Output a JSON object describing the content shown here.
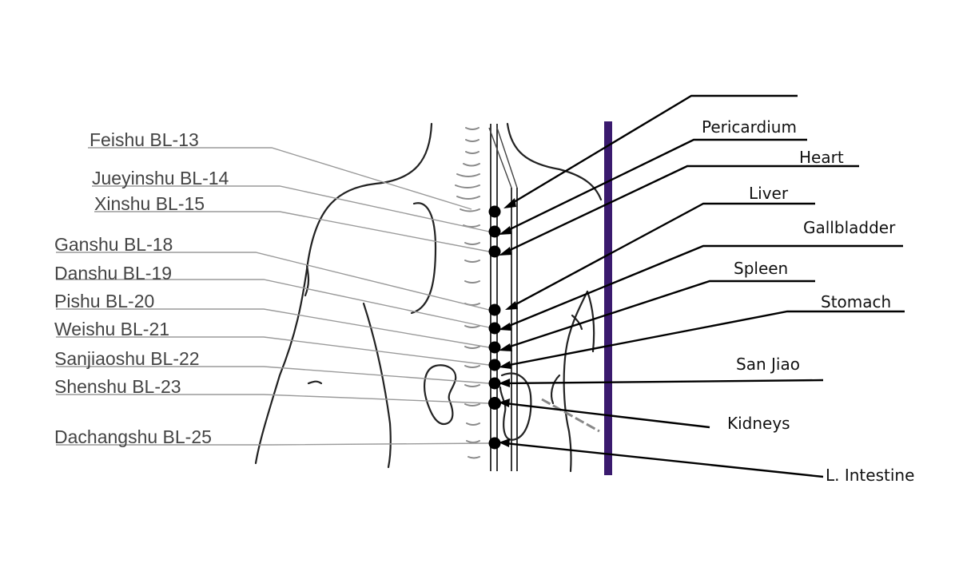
{
  "meridian_color": "#3a1a6e",
  "points": [
    {
      "id": "bl13",
      "left_label": "Feishu BL-13",
      "right_label": ""
    },
    {
      "id": "bl14",
      "left_label": "Jueyinshu BL-14",
      "right_label": "Pericardium"
    },
    {
      "id": "bl15",
      "left_label": "Xinshu BL-15",
      "right_label": "Heart"
    },
    {
      "id": "bl18",
      "left_label": "Ganshu BL-18",
      "right_label": "Liver"
    },
    {
      "id": "bl19",
      "left_label": "Danshu BL-19",
      "right_label": "Gallbladder"
    },
    {
      "id": "bl20",
      "left_label": "Pishu BL-20",
      "right_label": "Spleen"
    },
    {
      "id": "bl21",
      "left_label": "Weishu BL-21",
      "right_label": "Stomach"
    },
    {
      "id": "bl22",
      "left_label": "Sanjiaoshu BL-22",
      "right_label": "San Jiao"
    },
    {
      "id": "bl23",
      "left_label": "Shenshu BL-23",
      "right_label": "Kidneys"
    },
    {
      "id": "bl25",
      "left_label": "Dachangshu BL-25",
      "right_label": "L. Intestine"
    }
  ]
}
